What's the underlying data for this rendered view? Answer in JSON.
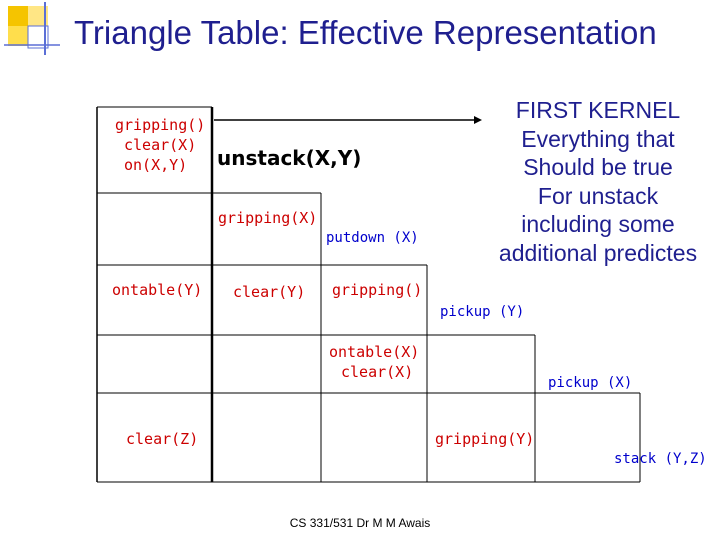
{
  "title": "Triangle Table: Effective Representation",
  "note": {
    "lines": [
      "FIRST KERNEL",
      "Everything that",
      "Should be true",
      "For unstack",
      "including some",
      "additional predictes"
    ]
  },
  "table": {
    "col0": {
      "row0": [
        "gripping()",
        "clear(X)",
        "on(X,Y)"
      ],
      "row1": "ontable(Y)",
      "row3": "clear(Z)"
    },
    "col1": {
      "row1_a": "gripping(X)",
      "row2": "clear(Y)"
    },
    "col2": {
      "row2": "gripping()",
      "row3": [
        "ontable(X)",
        "clear(X)"
      ]
    },
    "col3": {
      "row4": "gripping(Y)"
    }
  },
  "operators": {
    "unstack": "unstack(X,Y)",
    "putdown": "putdown (X)",
    "pickup_y": "pickup (Y)",
    "pickup_x": "pickup (X)",
    "stack": "stack (Y,Z)"
  },
  "footer": "CS 331/531 Dr M M Awais",
  "colors": {
    "title": "#1f1f8f",
    "cell_text": "#cc0000",
    "op_text": "#0000cc",
    "arrow": "#000000",
    "deco_yellow": "#f5c400",
    "deco_blue": "#5b6fd6"
  }
}
